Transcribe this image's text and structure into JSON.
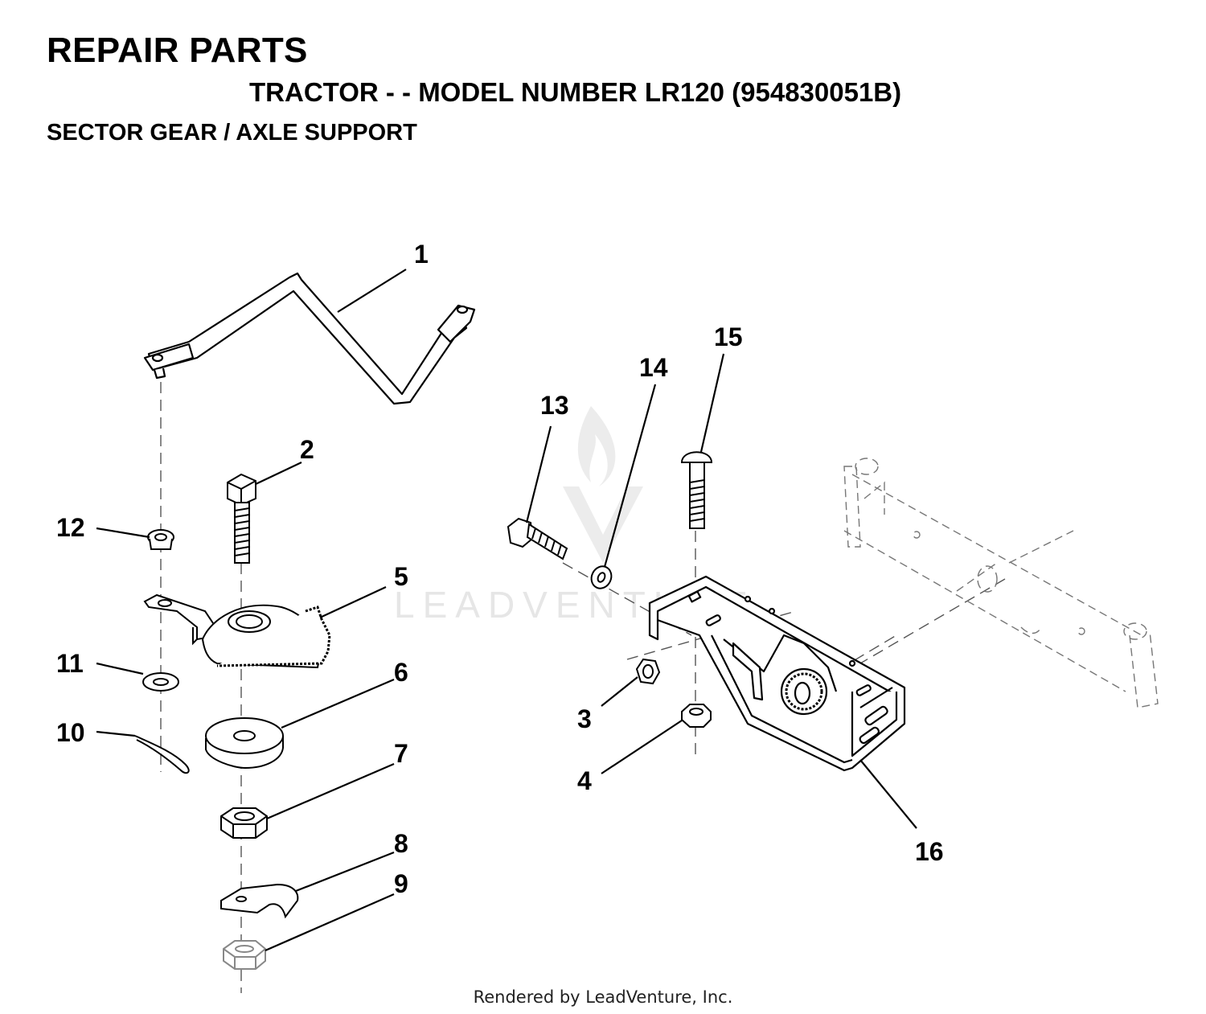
{
  "header": {
    "title": "REPAIR PARTS",
    "subtitle": "TRACTOR - - MODEL NUMBER LR120 (954830051B)",
    "section": "SECTOR GEAR / AXLE SUPPORT"
  },
  "watermark": {
    "text": "LEADVENTURE"
  },
  "callouts": [
    "1",
    "2",
    "3",
    "4",
    "5",
    "6",
    "7",
    "8",
    "9",
    "10",
    "11",
    "12",
    "13",
    "14",
    "15",
    "16"
  ],
  "footer": {
    "text": "Rendered by LeadVenture, Inc."
  }
}
